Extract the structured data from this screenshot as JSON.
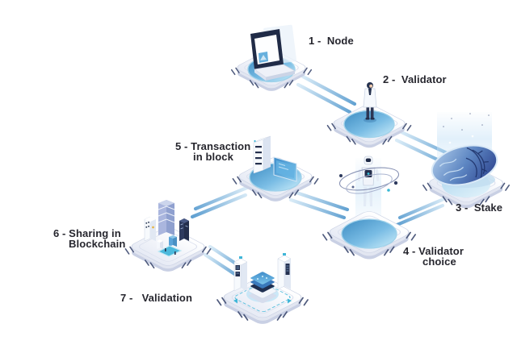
{
  "diagram": {
    "nodes": [
      {
        "id": "node",
        "step": 1,
        "title": "Node",
        "line1": "1 -  Node",
        "line2": "",
        "icon": "laptop-icon"
      },
      {
        "id": "validator",
        "step": 2,
        "title": "Validator",
        "line1": "2 -  Validator",
        "line2": "",
        "icon": "person-icon"
      },
      {
        "id": "stake",
        "step": 3,
        "title": "Stake",
        "line1": "3 -  Stake",
        "line2": "",
        "icon": "brain-icon"
      },
      {
        "id": "validator-choice",
        "step": 4,
        "title": "Validator choice",
        "line1": "4 - Validator",
        "line2": "choice",
        "icon": "robot-icon"
      },
      {
        "id": "transaction-in-block",
        "step": 5,
        "title": "Transaction in block",
        "line1": "5 - Transaction",
        "line2": "in block",
        "icon": "server-screen-icon"
      },
      {
        "id": "sharing-in-blockchain",
        "step": 6,
        "title": "Sharing in Blockchain",
        "line1": "6 - Sharing in",
        "line2": "Blockchain",
        "icon": "city-icon"
      },
      {
        "id": "validation",
        "step": 7,
        "title": "Validation",
        "line1": "7 -   Validation",
        "line2": "",
        "icon": "servers-chip-icon"
      }
    ],
    "connections": [
      {
        "from": 1,
        "to": 2
      },
      {
        "from": 2,
        "to": 3
      },
      {
        "from": 3,
        "to": 4
      },
      {
        "from": 5,
        "to": 4
      },
      {
        "from": 5,
        "to": 6
      },
      {
        "from": 6,
        "to": 7
      }
    ],
    "palette": {
      "background": "#ffffff",
      "beam_start": "#d9ebf7",
      "beam_end": "#63a2d2",
      "platform_top": "#ffffff",
      "platform_side": "#c9d0e4",
      "pool_dark": "#3d8cc2",
      "pool_light": "#cdeefa",
      "navy": "#2c3a5e",
      "teal": "#3fb6d8",
      "periwinkle": "#aab6de",
      "label_color": "#26262e"
    }
  }
}
